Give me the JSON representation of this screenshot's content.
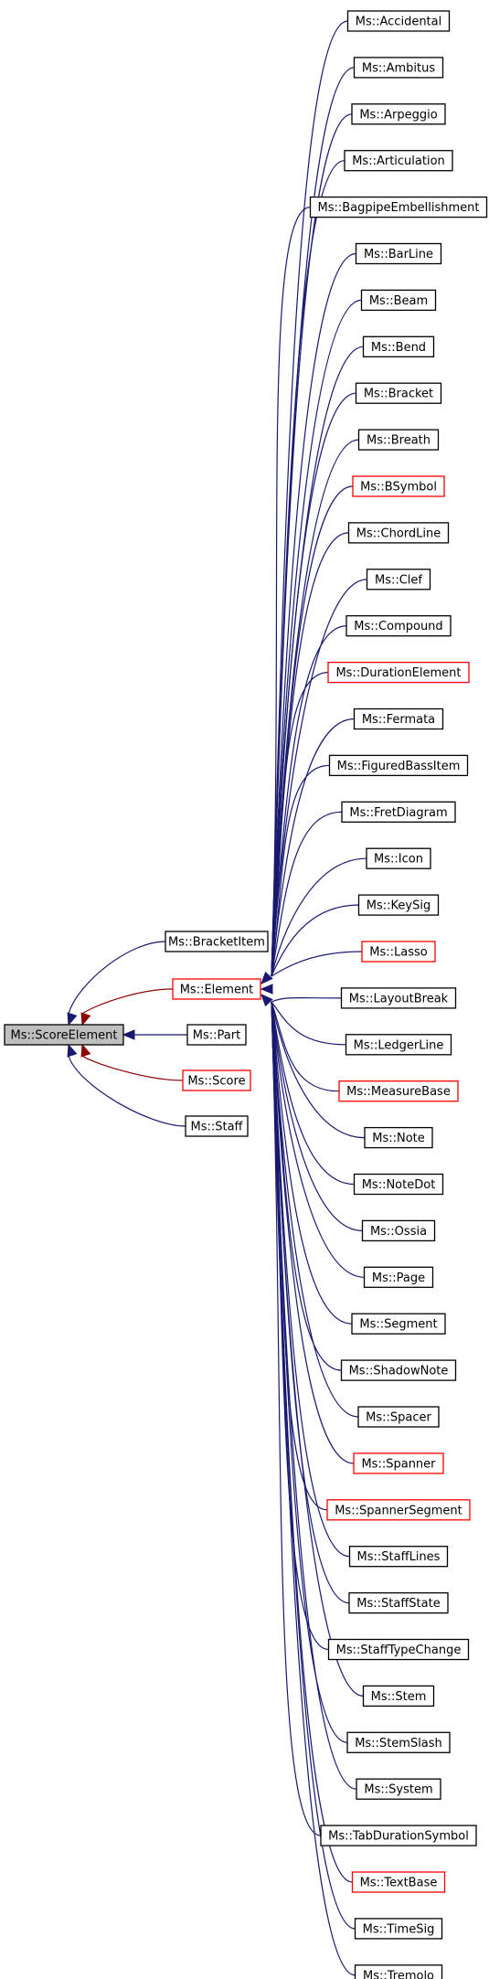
{
  "diagram": {
    "root": {
      "label": "Ms::ScoreElement",
      "highlight": true
    },
    "middle": [
      {
        "label": "Ms::BracketItem",
        "color": "black"
      },
      {
        "label": "Ms::Element",
        "color": "red"
      },
      {
        "label": "Ms::Part",
        "color": "black"
      },
      {
        "label": "Ms::Score",
        "color": "red"
      },
      {
        "label": "Ms::Staff",
        "color": "black"
      }
    ],
    "element_children": [
      {
        "label": "Ms::Accidental",
        "color": "black"
      },
      {
        "label": "Ms::Ambitus",
        "color": "black"
      },
      {
        "label": "Ms::Arpeggio",
        "color": "black"
      },
      {
        "label": "Ms::Articulation",
        "color": "black"
      },
      {
        "label": "Ms::BagpipeEmbellishment",
        "color": "black"
      },
      {
        "label": "Ms::BarLine",
        "color": "black"
      },
      {
        "label": "Ms::Beam",
        "color": "black"
      },
      {
        "label": "Ms::Bend",
        "color": "black"
      },
      {
        "label": "Ms::Bracket",
        "color": "black"
      },
      {
        "label": "Ms::Breath",
        "color": "black"
      },
      {
        "label": "Ms::BSymbol",
        "color": "red"
      },
      {
        "label": "Ms::ChordLine",
        "color": "black"
      },
      {
        "label": "Ms::Clef",
        "color": "black"
      },
      {
        "label": "Ms::Compound",
        "color": "black"
      },
      {
        "label": "Ms::DurationElement",
        "color": "red"
      },
      {
        "label": "Ms::Fermata",
        "color": "black"
      },
      {
        "label": "Ms::FiguredBassItem",
        "color": "black"
      },
      {
        "label": "Ms::FretDiagram",
        "color": "black"
      },
      {
        "label": "Ms::Icon",
        "color": "black"
      },
      {
        "label": "Ms::KeySig",
        "color": "black"
      },
      {
        "label": "Ms::Lasso",
        "color": "red"
      },
      {
        "label": "Ms::LayoutBreak",
        "color": "black"
      },
      {
        "label": "Ms::LedgerLine",
        "color": "black"
      },
      {
        "label": "Ms::MeasureBase",
        "color": "red"
      },
      {
        "label": "Ms::Note",
        "color": "black"
      },
      {
        "label": "Ms::NoteDot",
        "color": "black"
      },
      {
        "label": "Ms::Ossia",
        "color": "black"
      },
      {
        "label": "Ms::Page",
        "color": "black"
      },
      {
        "label": "Ms::Segment",
        "color": "black"
      },
      {
        "label": "Ms::ShadowNote",
        "color": "black"
      },
      {
        "label": "Ms::Spacer",
        "color": "black"
      },
      {
        "label": "Ms::Spanner",
        "color": "red"
      },
      {
        "label": "Ms::SpannerSegment",
        "color": "red"
      },
      {
        "label": "Ms::StaffLines",
        "color": "black"
      },
      {
        "label": "Ms::StaffState",
        "color": "black"
      },
      {
        "label": "Ms::StaffTypeChange",
        "color": "black"
      },
      {
        "label": "Ms::Stem",
        "color": "black"
      },
      {
        "label": "Ms::StemSlash",
        "color": "black"
      },
      {
        "label": "Ms::System",
        "color": "black"
      },
      {
        "label": "Ms::TabDurationSymbol",
        "color": "black"
      },
      {
        "label": "Ms::TextBase",
        "color": "red"
      },
      {
        "label": "Ms::TimeSig",
        "color": "black"
      },
      {
        "label": "Ms::Tremolo",
        "color": "black"
      }
    ],
    "edge_color": "#191970",
    "red_edge_color": "#8b0000"
  }
}
